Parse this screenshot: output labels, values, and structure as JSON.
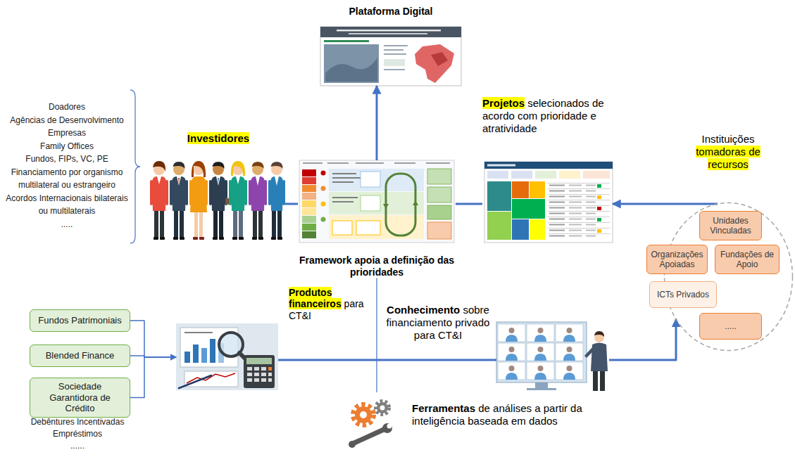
{
  "diagram": {
    "nodes": [
      {
        "text": [
          "Plataforma Digital"
        ]
      },
      {
        "text": [
          "Investidores"
        ]
      },
      {
        "text": [
          "Framework apoia a definição das prioridades"
        ]
      },
      {
        "text": [
          "Projetos",
          "selecionados de acordo com prioridade e atratividade"
        ]
      },
      {
        "text": [
          "Instituições",
          "tomadoras de recursos"
        ]
      },
      {
        "text": [
          "Unidades Vinculadas"
        ],
        "in": 4
      },
      {
        "text": [
          "Organizações Apoiadas"
        ],
        "in": 4
      },
      {
        "text": [
          "Fundações de Apoio"
        ],
        "in": 4
      },
      {
        "text": [
          "ICTs Privados"
        ],
        "in": 4
      },
      {
        "text": [
          "....."
        ],
        "in": 4
      },
      {
        "text": [
          "Fundos Patrimoniais"
        ]
      },
      {
        "text": [
          "Blended Finance"
        ]
      },
      {
        "text": [
          "Sociedade Garantidora de Crédito"
        ]
      },
      {
        "text": [
          "Produtos financeiros",
          "para CT&I"
        ]
      },
      {
        "text": [
          "Conhecimento",
          "sobre financiamento privado para CT&I"
        ]
      },
      {
        "text": [
          "Ferramentas",
          "de análises a partir da inteligência baseada em dados"
        ]
      }
    ],
    "edges": [
      {
        "from": 1,
        "to": 2,
        "arrow": "none"
      },
      {
        "from": 2,
        "to": 0,
        "arrow": "to"
      },
      {
        "from": 2,
        "to": 3,
        "arrow": "none"
      },
      {
        "from": 4,
        "to": 3,
        "arrow": "to"
      },
      {
        "from": 2,
        "to": 15,
        "arrow": "none"
      },
      {
        "from": 10,
        "to": 13,
        "arrow": "to"
      },
      {
        "from": 11,
        "to": 13,
        "arrow": "to"
      },
      {
        "from": 12,
        "to": 13,
        "arrow": "to"
      },
      {
        "from": 13,
        "to": 14,
        "arrow": "none"
      },
      {
        "from": 14,
        "to": 4,
        "arrow": "to"
      }
    ],
    "labels": [
      "Doadores",
      "Agências de Desenvolvimento",
      "Empresas",
      "Family Offices",
      "Fundos, FIPs, VC, PE",
      "Financiamento por organismo multilateral ou estrangeiro",
      "Acordos Internacionais bilaterais ou multilaterais",
      ".....",
      "Debêntures Incentivadas",
      "Empréstimos",
      "......"
    ]
  }
}
